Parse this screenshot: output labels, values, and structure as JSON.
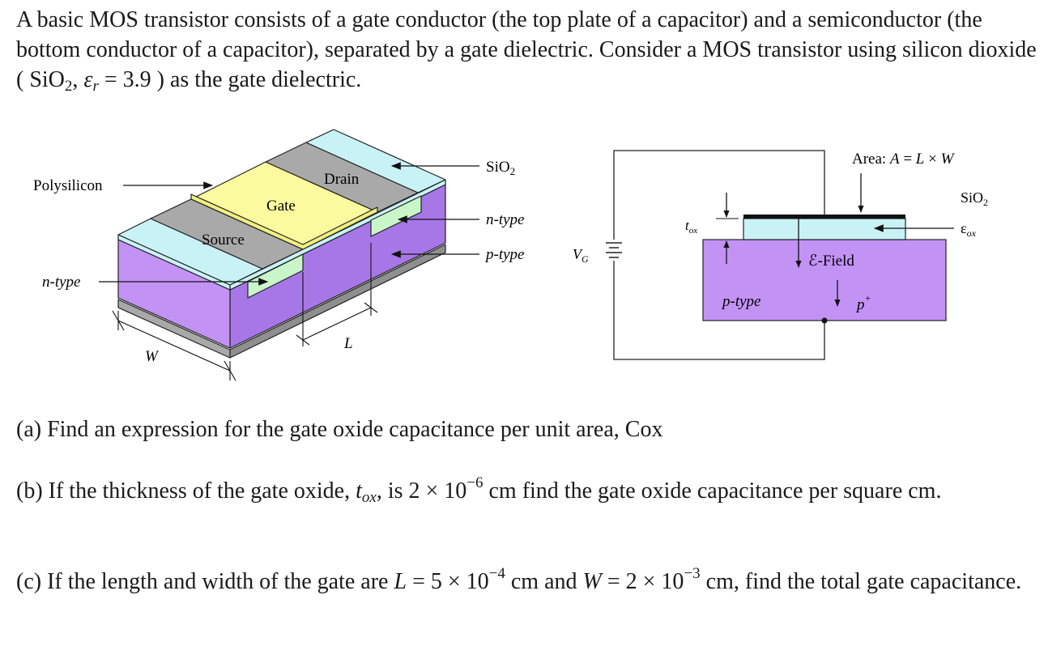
{
  "intro": {
    "text1": "A basic MOS transistor consists of a gate conductor (the top plate of a capacitor) and a semiconductor (the bottom conductor of a capacitor), separated by a gate dielectric.  Consider a MOS transistor using silicon dioxide ( SiO",
    "sio2_sub": "2",
    "text2": ", ",
    "eps_sym": "ε",
    "eps_sub": "r",
    "text3": " = 3.9 ) as the gate dielectric."
  },
  "figure_left": {
    "polysilicon": "Polysilicon",
    "drain": "Drain",
    "gate": "Gate",
    "source": "Source",
    "n_type_left": "n-type",
    "sio2": "SiO",
    "sio2_sub": "2",
    "n_type_right": "n-type",
    "p_type": "p-type",
    "w": "W",
    "l": "L"
  },
  "figure_right": {
    "vg": "V",
    "vg_sub": "G",
    "tox": "t",
    "tox_sub": "ox",
    "area": "Area: ",
    "area_a": "A",
    "area_eq": " = ",
    "area_l": "L",
    "area_x": " × ",
    "area_w": "W",
    "sio2": "SiO",
    "sio2_sub": "2",
    "eps_ox": "ε",
    "eps_ox_sub": "ox",
    "efield": "ℰ-Field",
    "p_type": "p-type",
    "p_plus": "p",
    "p_plus_sup": "+"
  },
  "questions": {
    "a": "(a)  Find an expression for the gate oxide capacitance per unit area, Cox",
    "b1": "(b)  If the thickness of the gate oxide, ",
    "b_t": "t",
    "b_ox": "ox",
    "b2": ", is 2 × 10",
    "b_exp": "−6",
    "b3": " cm find the gate oxide capacitance per square cm.",
    "c1": "(c)  If the length and width of the gate are ",
    "c_l": "L",
    "c2": " = 5 × 10",
    "c_exp1": "−4",
    "c3": " cm and ",
    "c_w": "W",
    "c4": " = 2 × 10",
    "c_exp2": "−3",
    "c5": " cm, find the total gate capacitance."
  },
  "colors": {
    "oxide": "#c9f2f6",
    "gate": "#fbfa9e",
    "contact": "#a9a9a9",
    "substrate": "#c392f5",
    "n_region": "#c9f6c9"
  }
}
